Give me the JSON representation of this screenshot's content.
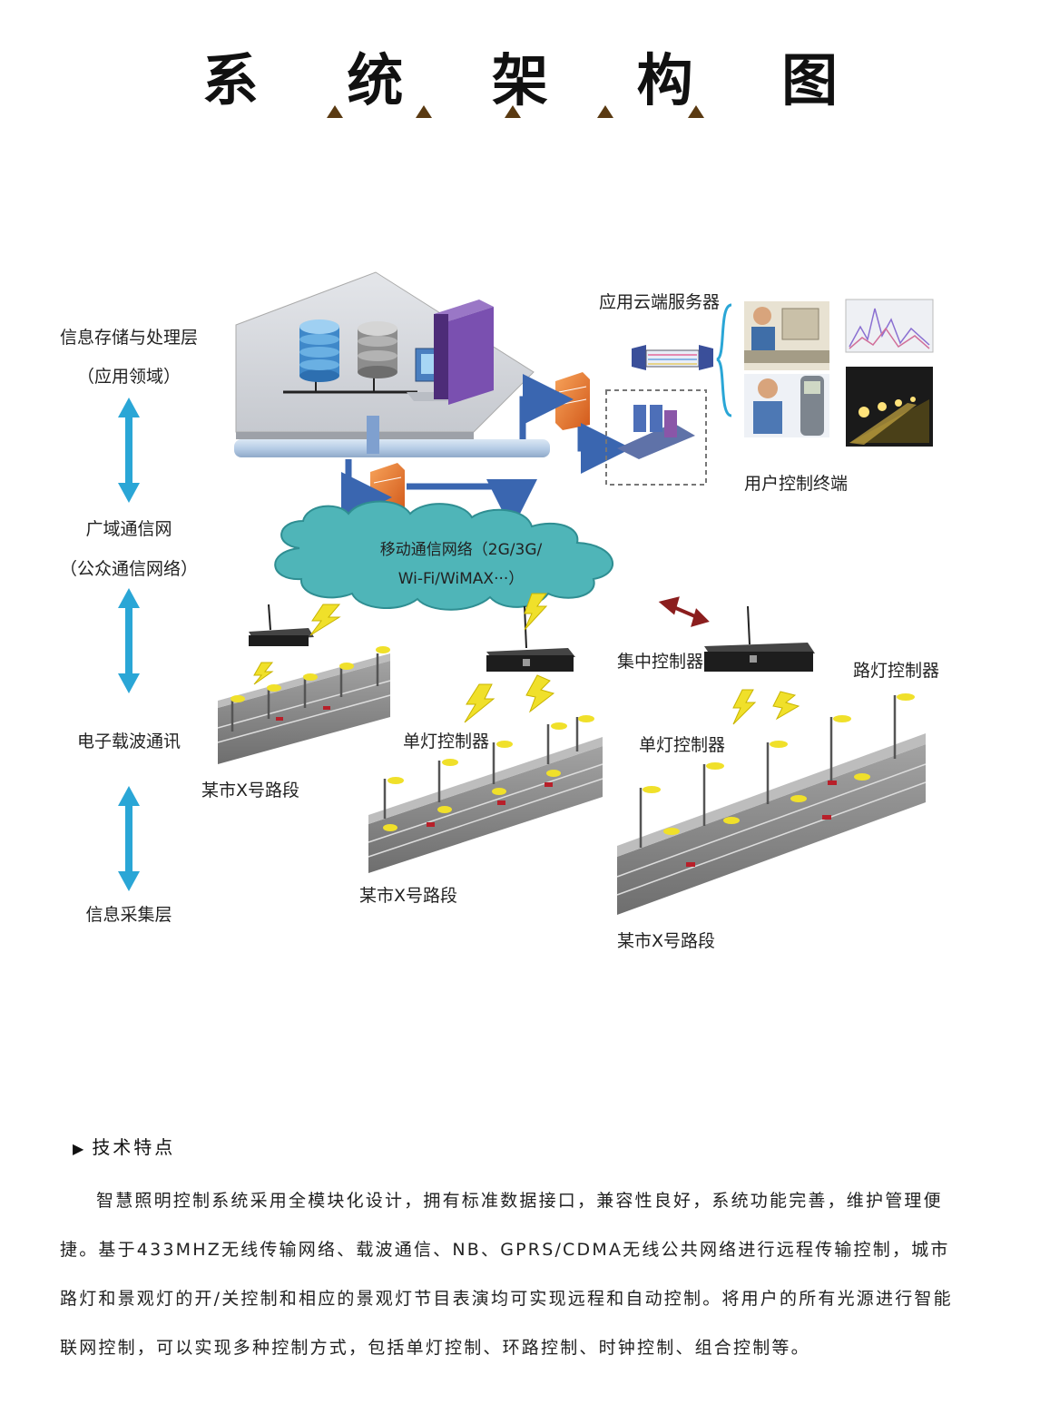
{
  "title": "系 统 架 构 图",
  "layers": {
    "storage": "信息存储与处理层",
    "storage_sub": "（应用领域）",
    "wan": "广域通信网",
    "wan_sub": "（公众通信网络）",
    "carrier": "电子载波通讯",
    "collect": "信息采集层"
  },
  "labels": {
    "cloud_server": "应用云端服务器",
    "user_terminal": "用户控制终端",
    "mobile_net_1": "移动通信网络（2G/3G/",
    "mobile_net_2": "Wi-Fi/WiMAX···）",
    "central_controller": "集中控制器",
    "street_controller": "路灯控制器",
    "single_controller_1": "单灯控制器",
    "single_controller_2": "单灯控制器",
    "road_1": "某市X号路段",
    "road_2": "某市X号路段",
    "road_3": "某市X号路段"
  },
  "features": {
    "heading": "技术特点",
    "body": "智慧照明控制系统采用全模块化设计，拥有标准数据接口，兼容性良好，系统功能完善，维护管理便捷。基于433MHZ无线传输网络、载波通信、NB、GPRS/CDMA无线公共网络进行远程传输控制，城市路灯和景观灯的开/关控制和相应的景观灯节目表演均可实现远程和自动控制。将用户的所有光源进行智能联网控制，可以实现多种控制方式，包括单灯控制、环路控制、时钟控制、组合控制等。"
  },
  "colors": {
    "arrow_cyan": "#2aa6d6",
    "pipe_blue": "#b7cde6",
    "flow_blue": "#3a66b0",
    "cloud": "#4fb5b8",
    "bolt": "#f0e02a",
    "road": "#8a8a8a",
    "triangle": "#5a3a12"
  }
}
